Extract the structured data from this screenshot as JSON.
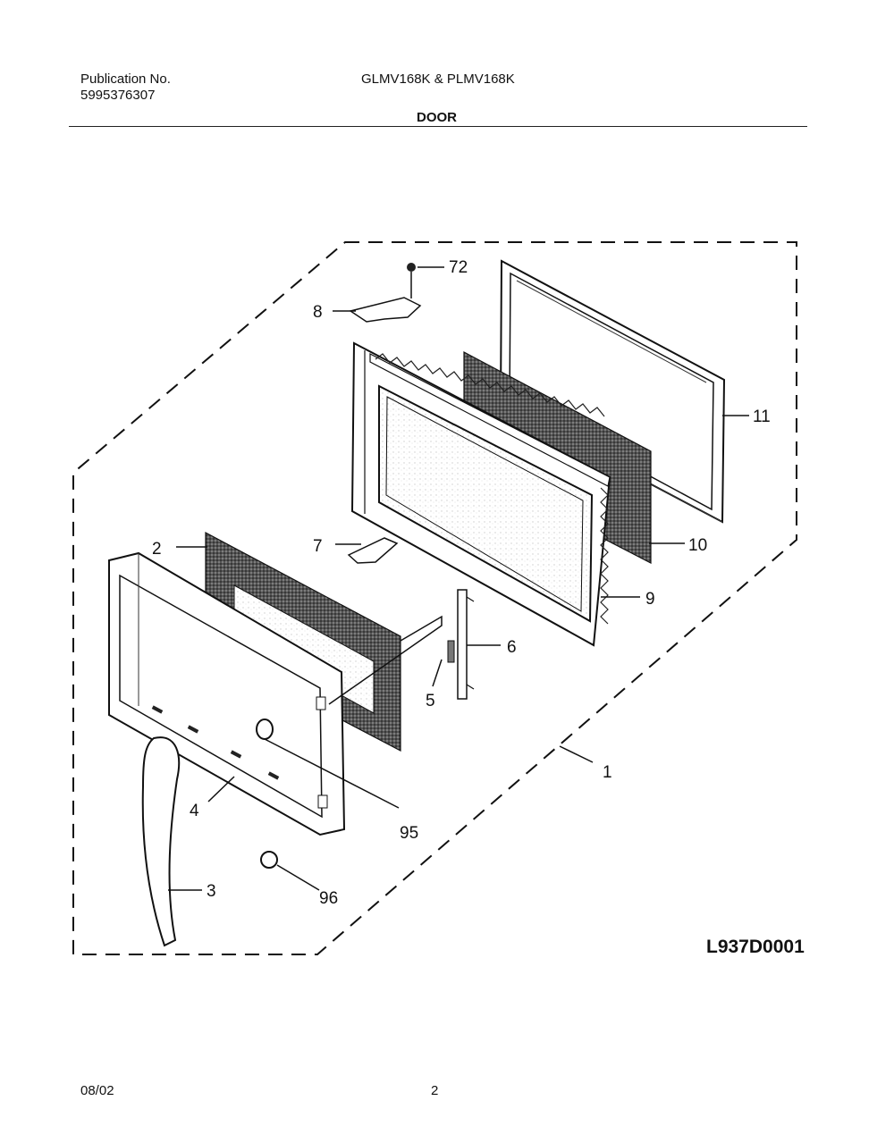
{
  "header": {
    "publication_label": "Publication No.",
    "publication_number": "5995376307",
    "models": "GLMV168K & PLMV168K",
    "section": "DOOR"
  },
  "diagram": {
    "drawing_code": "L937D0001",
    "callouts": {
      "c72": "72",
      "c8": "8",
      "c11": "11",
      "c10": "10",
      "c9": "9",
      "c7": "7",
      "c6": "6",
      "c5": "5",
      "c2": "2",
      "c1": "1",
      "c4": "4",
      "c95": "95",
      "c3": "3",
      "c96": "96"
    }
  },
  "footer": {
    "date": "08/02",
    "page": "2"
  }
}
